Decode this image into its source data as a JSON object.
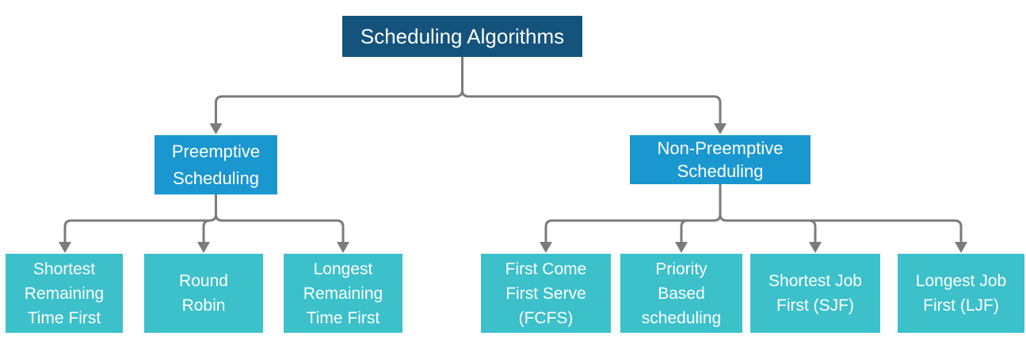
{
  "diagram": {
    "type": "tree",
    "colors": {
      "root_fill": "#14537c",
      "branch_fill": "#1b97cf",
      "leaf_fill": "#3cc0ca",
      "connector_gray": "#7b7b7b",
      "text": "#ffffff",
      "background": "#ffffff"
    },
    "tree": {
      "root": {
        "label": "Scheduling Algorithms"
      },
      "preemptive": {
        "label": "Preemptive Scheduling",
        "children": [
          {
            "label": "Shortest Remaining Time First"
          },
          {
            "label": "Round Robin"
          },
          {
            "label": "Longest Remaining Time First"
          }
        ]
      },
      "non_preemptive": {
        "label": "Non-Preemptive Scheduling",
        "children": [
          {
            "label": "First Come First Serve (FCFS)"
          },
          {
            "label": "Priority Based scheduling"
          },
          {
            "label": "Shortest Job First (SJF)"
          },
          {
            "label": "Longest Job First (LJF)"
          }
        ]
      }
    }
  }
}
